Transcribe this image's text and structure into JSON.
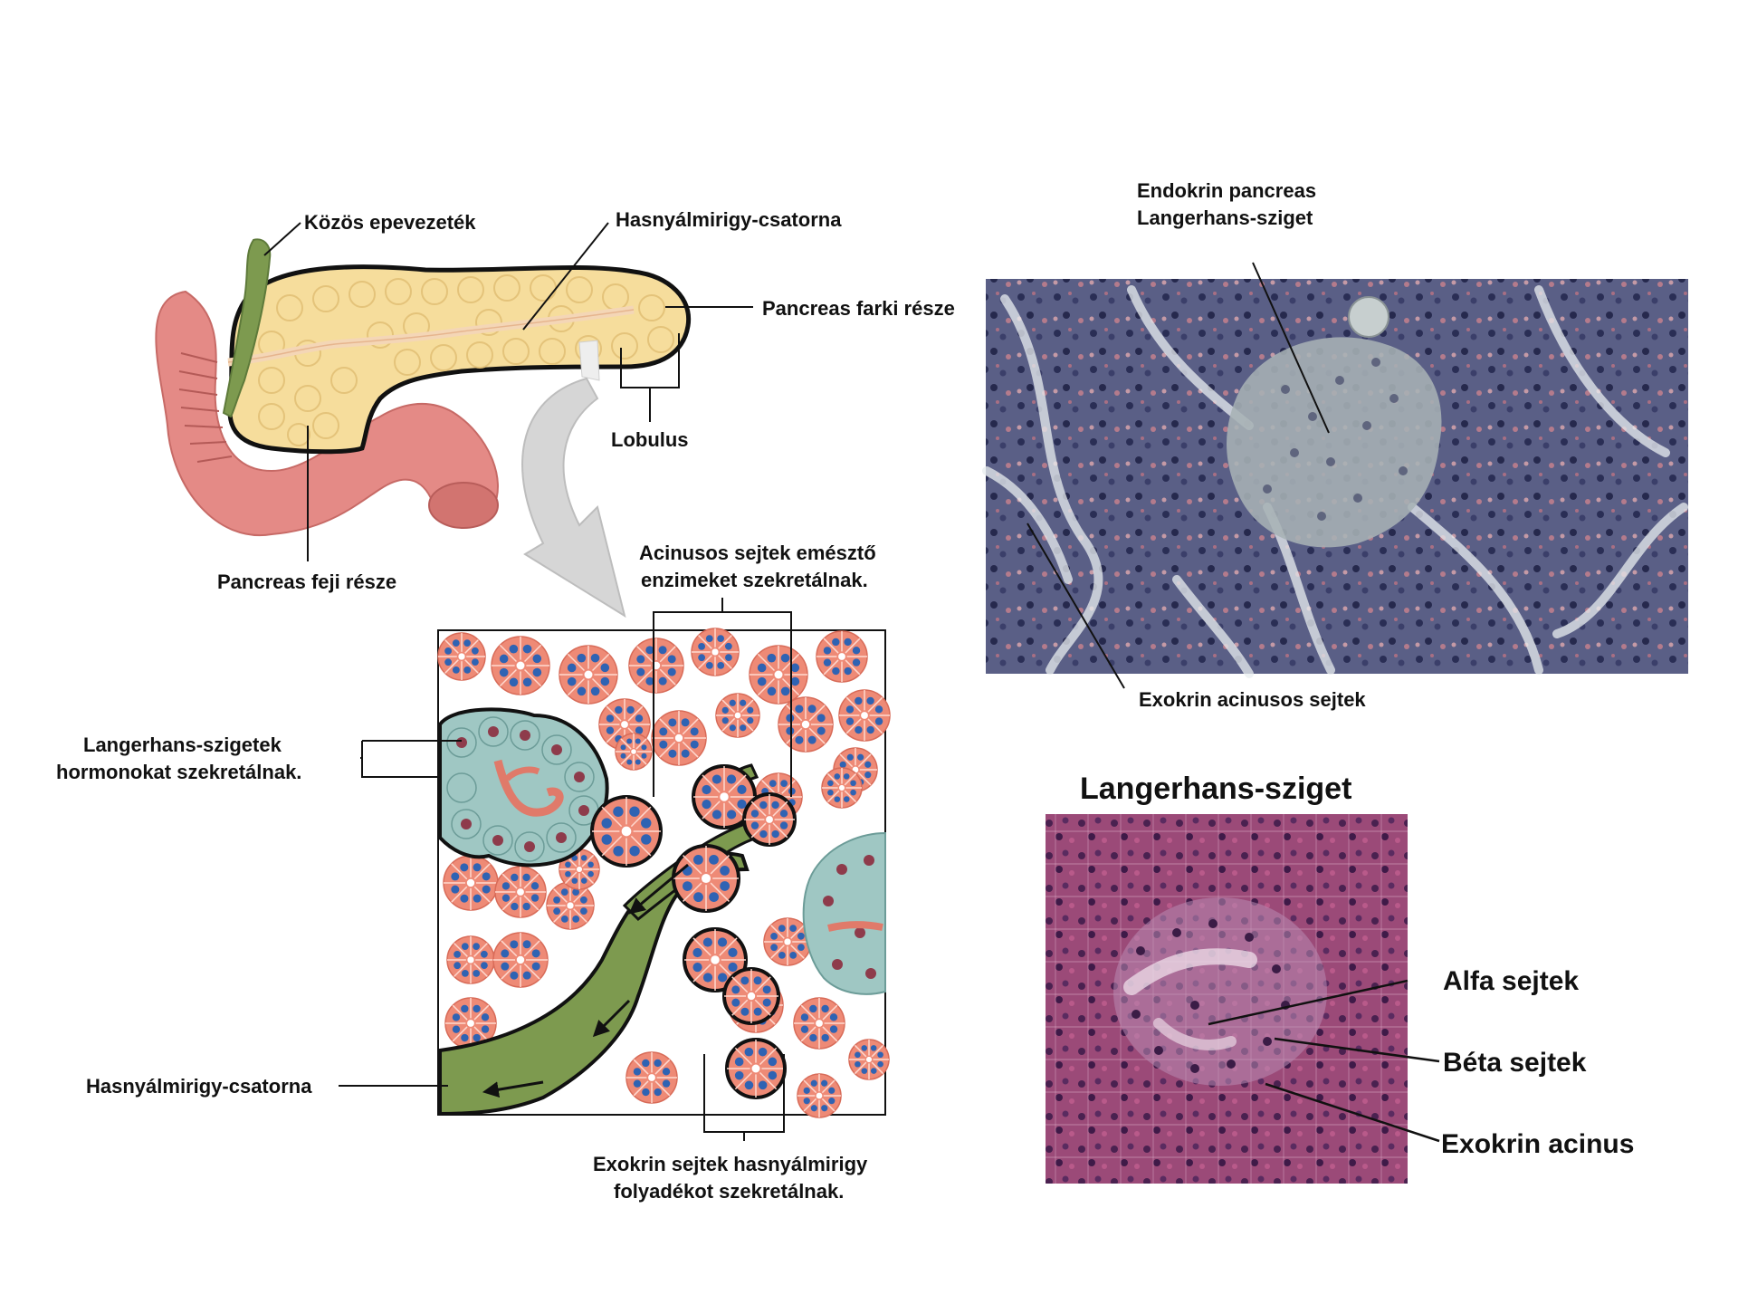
{
  "labels": {
    "common_bile_duct": "Közös epevezeték",
    "pancreatic_duct_top": "Hasnyálmirigy-csatorna",
    "tail": "Pancreas farki része",
    "lobule": "Lobulus",
    "head": "Pancreas feji része",
    "acinar_line1": "Acinusos sejtek emésztő",
    "acinar_line2": "enzimeket szekretálnak.",
    "islets_line1": "Langerhans-szigetek",
    "islets_line2": "hormonokat szekretálnak.",
    "pancreatic_duct_bottom": "Hasnyálmirigy-csatorna",
    "exocrine_line1": "Exokrin sejtek hasnyálmirigy",
    "exocrine_line2": "folyadékot szekretálnak.",
    "endocrine_line1": "Endokrin pancreas",
    "endocrine_line2": "Langerhans-sziget",
    "exocrine_acinar": "Exokrin acinusos sejtek",
    "islet_title": "Langerhans-sziget",
    "alpha": "Alfa sejtek",
    "beta": "Béta sejtek",
    "exocrine_acinus": "Exokrin acinus"
  },
  "colors": {
    "pancreas": "#f6dd9c",
    "duodenum": "#e48a86",
    "bile_duct": "#7d9a4f",
    "acinus": "#ee8a76",
    "nucleus": "#2f63b3",
    "islet": "#9fc7c3",
    "histo_bg": "#54597e",
    "histo_he": "#9a4876"
  }
}
